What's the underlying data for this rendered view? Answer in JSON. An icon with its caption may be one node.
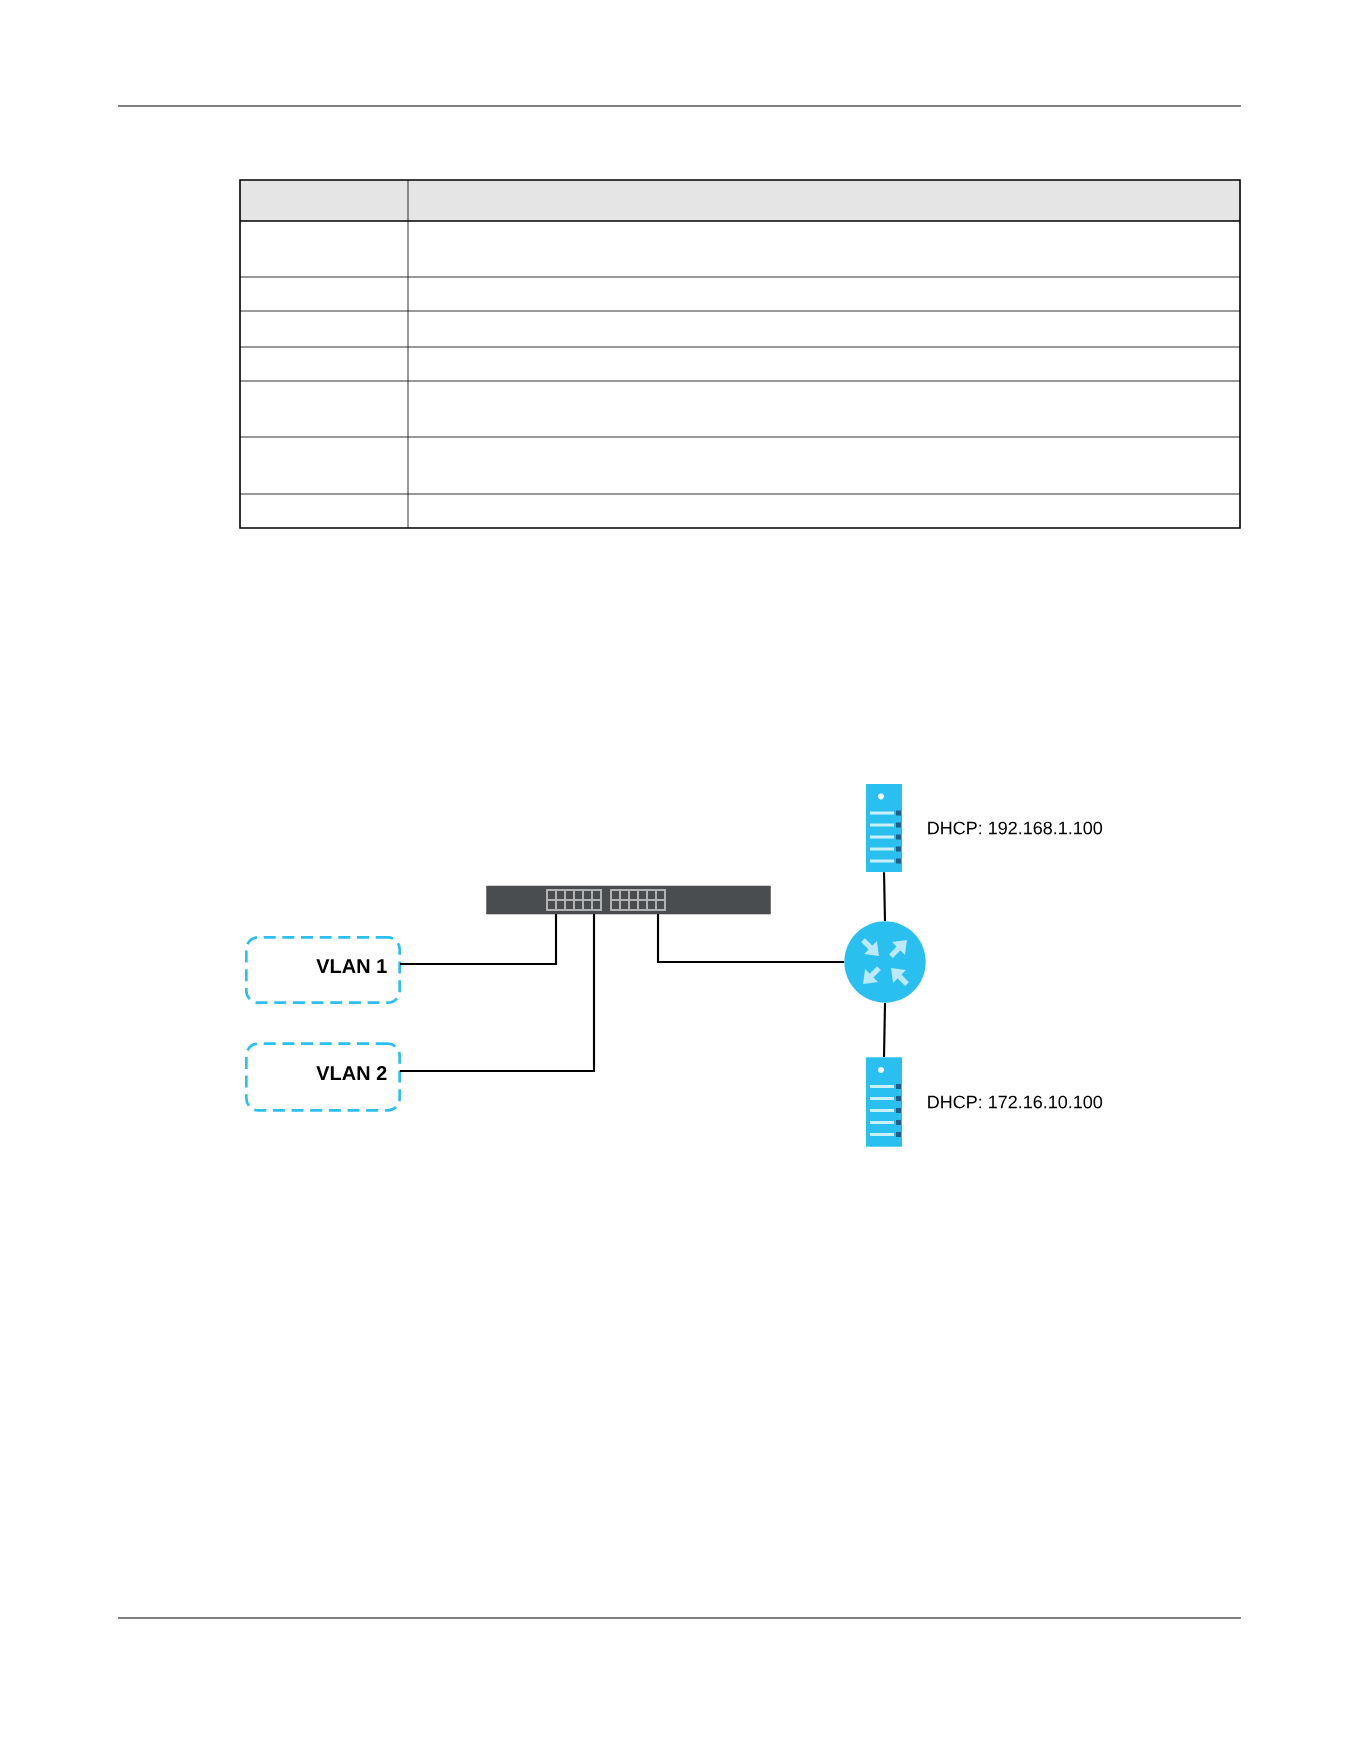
{
  "diagram": {
    "nodes": [
      {
        "text": [
          "VLAN 1"
        ]
      },
      {
        "text": [
          "VLAN 2"
        ]
      },
      {
        "text": [],
        "shape": "box"
      },
      {
        "text": [],
        "shape": "circle"
      },
      {
        "text": [],
        "shape": "server",
        "beside": [
          "DHCP: 192.168.1.100"
        ]
      },
      {
        "text": [],
        "shape": "server",
        "beside": [
          "DHCP: 172.16.10.100"
        ]
      }
    ],
    "edges": [
      {
        "from": 0,
        "to": 2,
        "arrow": "none"
      },
      {
        "from": 1,
        "to": 2,
        "arrow": "none"
      },
      {
        "from": 2,
        "to": 3,
        "arrow": "none"
      },
      {
        "from": 3,
        "to": 4,
        "arrow": "none"
      },
      {
        "from": 3,
        "to": 5,
        "arrow": "none"
      }
    ]
  }
}
